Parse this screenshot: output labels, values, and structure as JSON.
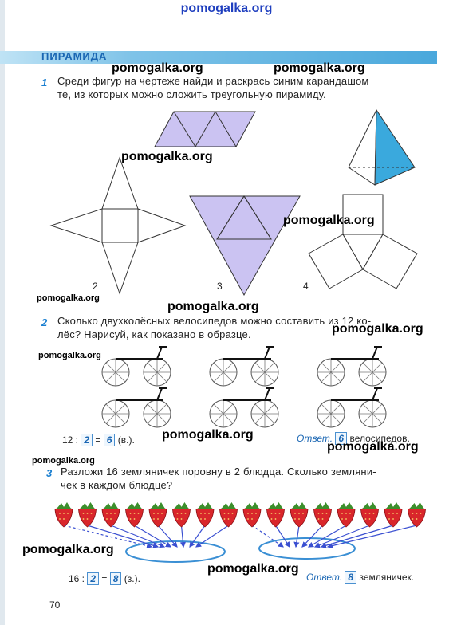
{
  "site": "pomogalka.org",
  "header": {
    "title": "ПИРАМИДА"
  },
  "task1": {
    "number": "1",
    "line1": "Среди фигур на чертеже найди и раскрась синим карандашом",
    "line2": "те, из которых можно сложить треугольную пирамиду.",
    "figure_labels": [
      "2",
      "3",
      "4"
    ]
  },
  "task2": {
    "number": "2",
    "line1": "Сколько двухколёсных велосипедов можно составить из 12 ко-",
    "line2": "лёс? Нарисуй, как показано в образце.",
    "eq_prefix": "12 :",
    "eq_divisor": "2",
    "eq_equals": "=",
    "eq_result": "6",
    "eq_unit": "(в.).",
    "answer_label": "Ответ.",
    "answer_value": "6",
    "answer_unit": "велосипедов."
  },
  "task3": {
    "number": "3",
    "line1": "Разложи 16 земляничек поровну в 2 блюдца. Сколько земляни-",
    "line2": "чек в каждом блюдце?",
    "eq_prefix": "16 :",
    "eq_divisor": "2",
    "eq_equals": "=",
    "eq_result": "8",
    "eq_unit": "(з.).",
    "answer_label": "Ответ.",
    "answer_value": "8",
    "answer_unit": "земляничек.",
    "strawberry_count": 16
  },
  "page_number": "70",
  "colors": {
    "accent": "#1a66b3",
    "fill_purple": "#cbc3f2",
    "fill_blue": "#3aa9dd",
    "strawberry": "#d9262b",
    "arrow": "#3a4fd1"
  }
}
